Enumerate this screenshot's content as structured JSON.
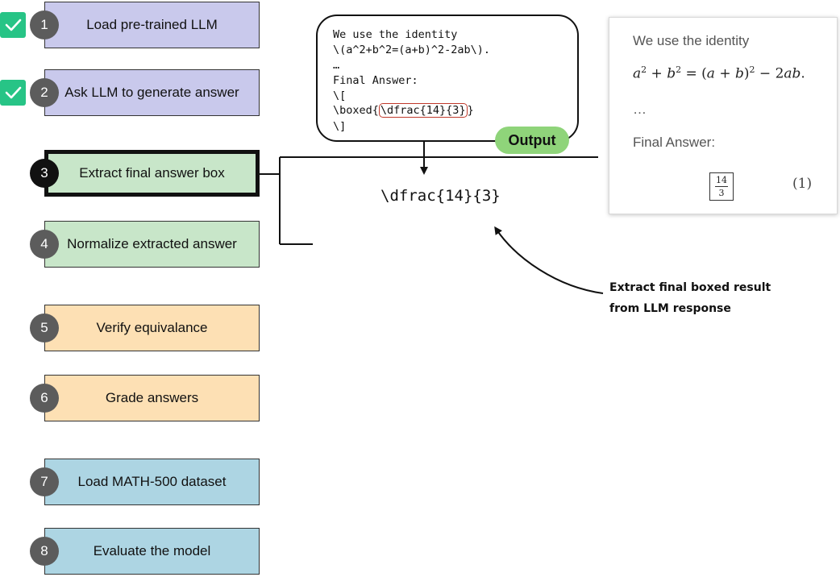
{
  "steps": [
    {
      "num": "1",
      "label": "Load pre-trained LLM",
      "color": "#c9c9ec",
      "done": true
    },
    {
      "num": "2",
      "label": "Ask LLM to generate answer",
      "color": "#c9c9ec",
      "done": true
    },
    {
      "num": "3",
      "label": "Extract final answer box",
      "color": "#c8e6c9",
      "active": true
    },
    {
      "num": "4",
      "label": "Normalize extracted answer",
      "color": "#c8e6c9"
    },
    {
      "num": "5",
      "label": "Verify equivalance",
      "color": "#fde0b4"
    },
    {
      "num": "6",
      "label": "Grade answers",
      "color": "#fde0b4"
    },
    {
      "num": "7",
      "label": "Load MATH-500 dataset",
      "color": "#add5e3"
    },
    {
      "num": "8",
      "label": "Evaluate the model",
      "color": "#add5e3"
    }
  ],
  "output_box": {
    "line1": "We use the identity",
    "line2": "\\(a^2+b^2=(a+b)^2-2ab\\).",
    "line3": "…",
    "line4": "Final Answer:",
    "line5": "\\[",
    "line6_prefix": "\\boxed{",
    "line6_highlight": "\\dfrac{14}{3}",
    "line6_suffix": "}",
    "line7": "\\]",
    "tag": "Output"
  },
  "extracted_answer": "\\dfrac{14}{3}",
  "rendered": {
    "line1": "We use the identity",
    "ellipsis": "…",
    "final_answer_label": "Final Answer:",
    "frac_num": "14",
    "frac_den": "3",
    "eq_number": "(1)"
  },
  "annotation": {
    "line1": "Extract final boxed result",
    "line2": "from LLM response"
  },
  "colors": {
    "check": "#27c486",
    "highlight": "#c0392b",
    "output_tag": "#8fd47a"
  }
}
